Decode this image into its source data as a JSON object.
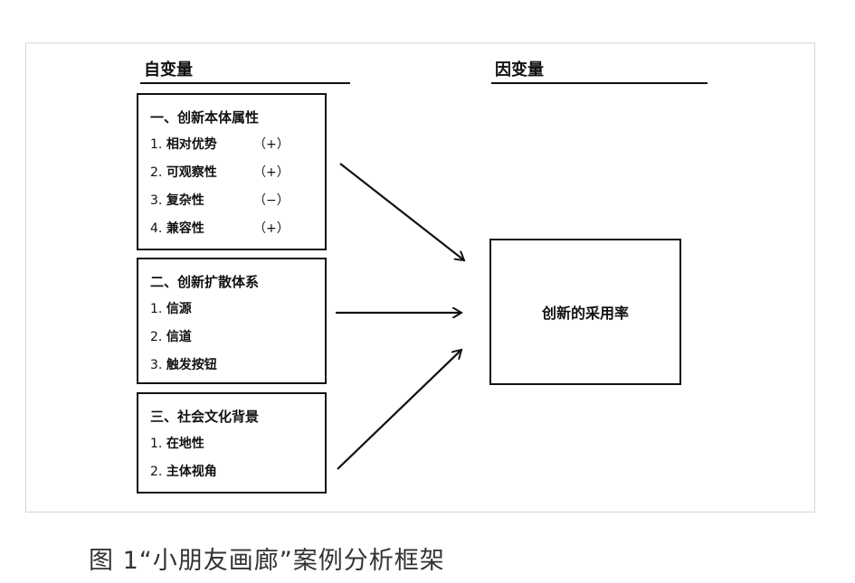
{
  "independent_header": "自变量",
  "dependent_header": "因变量",
  "groups": [
    {
      "title": "一、创新本体属性",
      "items": [
        {
          "num": "1.",
          "label": "相对优势",
          "sign": "（+）"
        },
        {
          "num": "2.",
          "label": "可观察性",
          "sign": "（+）"
        },
        {
          "num": "3.",
          "label": "复杂性",
          "sign": "（−）"
        },
        {
          "num": "4.",
          "label": "兼容性",
          "sign": "（+）"
        }
      ]
    },
    {
      "title": "二、创新扩散体系",
      "items": [
        {
          "num": "1.",
          "label": "信源",
          "sign": ""
        },
        {
          "num": "2.",
          "label": "信道",
          "sign": ""
        },
        {
          "num": "3.",
          "label": "触发按钮",
          "sign": ""
        }
      ]
    },
    {
      "title": "三、社会文化背景",
      "items": [
        {
          "num": "1.",
          "label": "在地性",
          "sign": ""
        },
        {
          "num": "2.",
          "label": "主体视角",
          "sign": ""
        }
      ]
    }
  ],
  "dependent_variable": "创新的采用率",
  "caption": "图 1“小朋友画廊”案例分析框架",
  "colors": {
    "line": "#111111",
    "frame": "#d6d6d6",
    "caption": "#333333"
  }
}
